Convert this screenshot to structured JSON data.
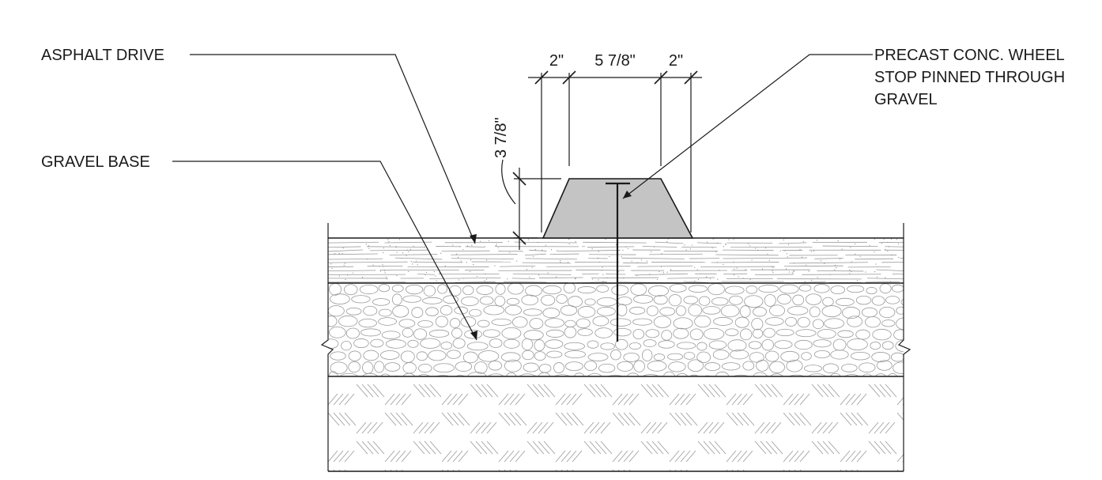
{
  "callouts": {
    "asphalt": "ASPHALT DRIVE",
    "gravel": "GRAVEL BASE",
    "wheel_stop_line1": "PRECAST CONC. WHEEL",
    "wheel_stop_line2": "STOP PINNED THROUGH",
    "wheel_stop_line3": "GRAVEL"
  },
  "dimensions": {
    "left_chamfer": "2\"",
    "top_width": "5 7/8\"",
    "right_chamfer": "2\"",
    "height": "3 7/8\""
  },
  "colors": {
    "wheel_stop_fill": "#c4c4c4",
    "line": "#1a1a1a",
    "hatch": "#9a9a9a"
  }
}
